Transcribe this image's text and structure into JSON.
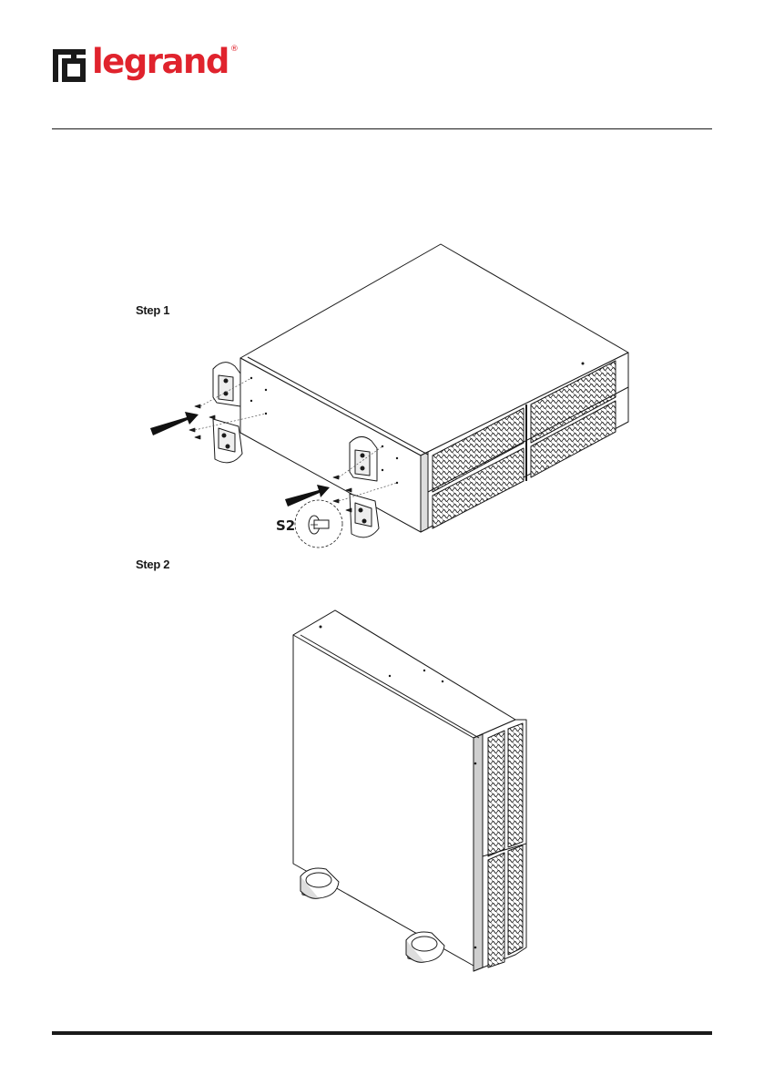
{
  "header": {
    "brand": "legrand",
    "registered": "®"
  },
  "steps": [
    {
      "label": "Step 1"
    },
    {
      "label": "Step 2"
    }
  ],
  "figure1": {
    "screw_label": "S2"
  },
  "colors": {
    "brand": "#e0232d",
    "ink": "#1a1a1a"
  }
}
